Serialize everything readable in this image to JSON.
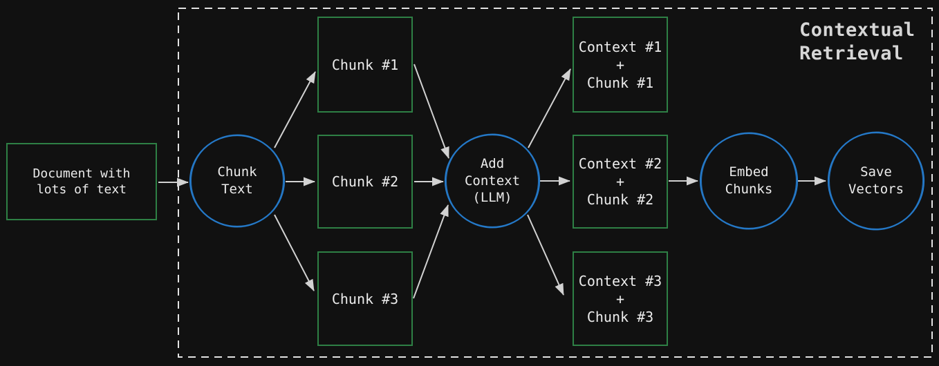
{
  "diagram": {
    "title": "Contextual\nRetrieval",
    "colors": {
      "background": "#111111",
      "box_border": "#2e8045",
      "circle_border": "#2579c8",
      "arrow": "#d2d2d2",
      "boundary": "#e3e3e3",
      "text": "#ececec",
      "title_text": "#d6d6d6"
    },
    "nodes": [
      {
        "id": "document-with-lots-of-text",
        "shape": "rectangle",
        "label": "Document with\nlots of text"
      },
      {
        "id": "chunk-text",
        "shape": "circle",
        "label": "Chunk\nText"
      },
      {
        "id": "chunk-1",
        "shape": "rectangle",
        "label": "Chunk #1"
      },
      {
        "id": "chunk-2",
        "shape": "rectangle",
        "label": "Chunk #2"
      },
      {
        "id": "chunk-3",
        "shape": "rectangle",
        "label": "Chunk #3"
      },
      {
        "id": "add-context-llm",
        "shape": "circle",
        "label": "Add\nContext\n(LLM)"
      },
      {
        "id": "context-1-chunk-1",
        "shape": "rectangle",
        "label": "Context #1\n+\nChunk #1"
      },
      {
        "id": "context-2-chunk-2",
        "shape": "rectangle",
        "label": "Context #2\n+\nChunk #2"
      },
      {
        "id": "context-3-chunk-3",
        "shape": "rectangle",
        "label": "Context #3\n+\nChunk #3"
      },
      {
        "id": "embed-chunks",
        "shape": "circle",
        "label": "Embed\nChunks"
      },
      {
        "id": "save-vectors",
        "shape": "circle",
        "label": "Save\nVectors"
      }
    ],
    "edges": [
      {
        "from": "document-with-lots-of-text",
        "to": "chunk-text"
      },
      {
        "from": "chunk-text",
        "to": "chunk-1"
      },
      {
        "from": "chunk-text",
        "to": "chunk-2"
      },
      {
        "from": "chunk-text",
        "to": "chunk-3"
      },
      {
        "from": "chunk-1",
        "to": "add-context-llm"
      },
      {
        "from": "chunk-2",
        "to": "add-context-llm"
      },
      {
        "from": "chunk-3",
        "to": "add-context-llm"
      },
      {
        "from": "add-context-llm",
        "to": "context-1-chunk-1"
      },
      {
        "from": "add-context-llm",
        "to": "context-2-chunk-2"
      },
      {
        "from": "add-context-llm",
        "to": "context-3-chunk-3"
      },
      {
        "from": "context-2-chunk-2",
        "to": "embed-chunks"
      },
      {
        "from": "embed-chunks",
        "to": "save-vectors"
      }
    ]
  }
}
